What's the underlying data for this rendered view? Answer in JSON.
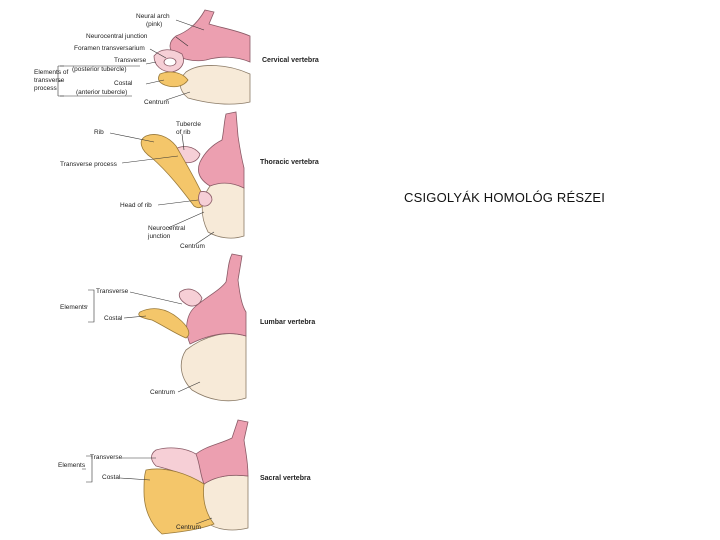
{
  "title": "CSIGOLYÁK HOMOLÓG RÉSZEI",
  "colors": {
    "neural_arch": "#ec9fb0",
    "costal_element": "#f4c66a",
    "centrum": "#f7ead8"
  },
  "panels": {
    "cervical": {
      "name": "Cervical vertebra",
      "labels": {
        "neural_arch_1": "Neural arch",
        "neural_arch_2": "(pink)",
        "neurocentral_junction": "Neurocentral junction",
        "foramen_transversarium": "Foramen transversarium",
        "transverse_1": "Transverse",
        "transverse_2": "(posterior tubercle)",
        "costal_1": "Costal",
        "costal_2": "(anterior tubercle)",
        "centrum": "Centrum",
        "elements_1": "Elements of",
        "elements_2": "transverse",
        "elements_3": "process"
      }
    },
    "thoracic": {
      "name": "Thoracic vertebra",
      "labels": {
        "rib": "Rib",
        "tubercle_1": "Tubercle",
        "tubercle_2": "of rib",
        "transverse_process": "Transverse process",
        "head_of_rib": "Head of rib",
        "neurocentral_1": "Neurocentral",
        "neurocentral_2": "junction",
        "centrum": "Centrum"
      }
    },
    "lumbar": {
      "name": "Lumbar vertebra",
      "labels": {
        "elements": "Elements",
        "transverse": "Transverse",
        "costal": "Costal",
        "centrum": "Centrum"
      }
    },
    "sacral": {
      "name": "Sacral vertebra",
      "labels": {
        "elements": "Elements",
        "transverse": "Transverse",
        "costal": "Costal",
        "centrum": "Centrum"
      }
    }
  }
}
